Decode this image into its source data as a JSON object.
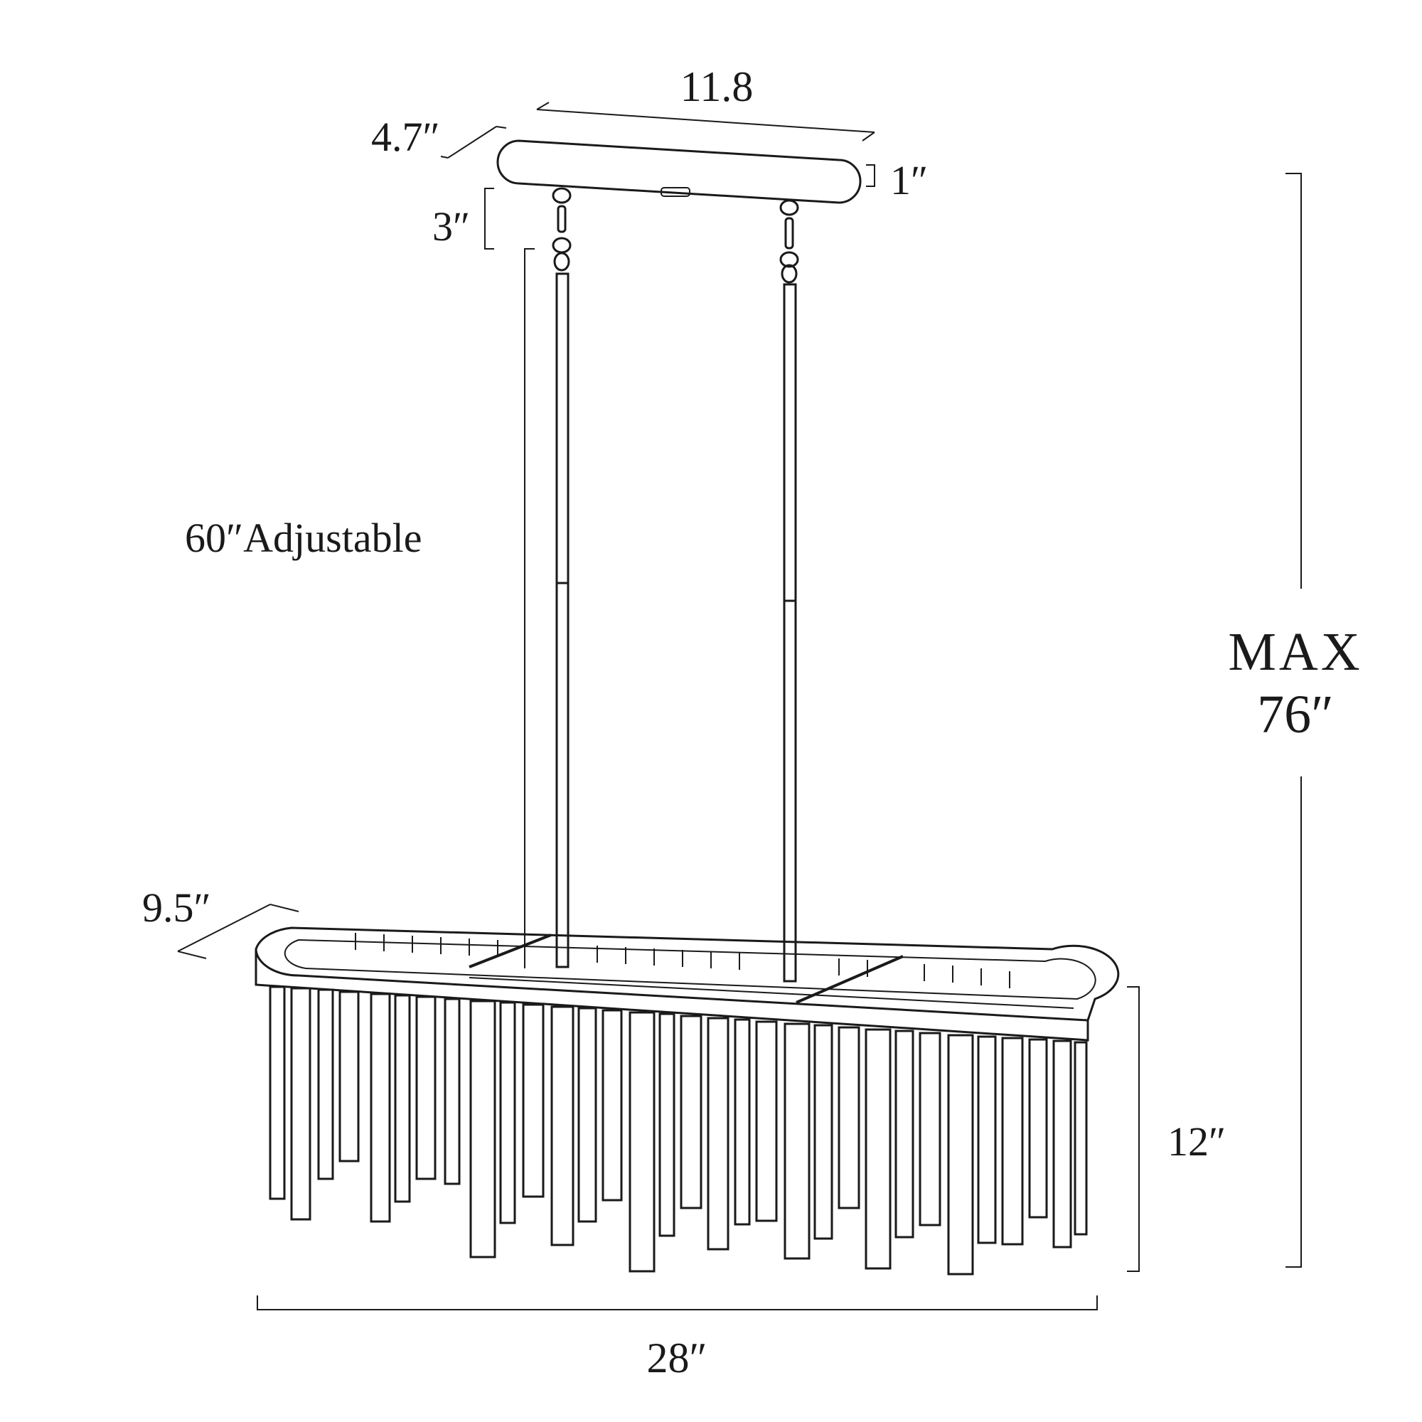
{
  "diagram": {
    "labels": {
      "canopy_length": "11.8",
      "canopy_width": "4.7″",
      "canopy_height": "1″",
      "chain_length": "3″",
      "rod_length": "60″Adjustable",
      "fixture_width": "9.5″",
      "fixture_height": "12″",
      "fixture_length": "28″",
      "max_height_line1": "MAX",
      "max_height_line2": "76″"
    },
    "stroke_color": "#1a1a1a"
  }
}
